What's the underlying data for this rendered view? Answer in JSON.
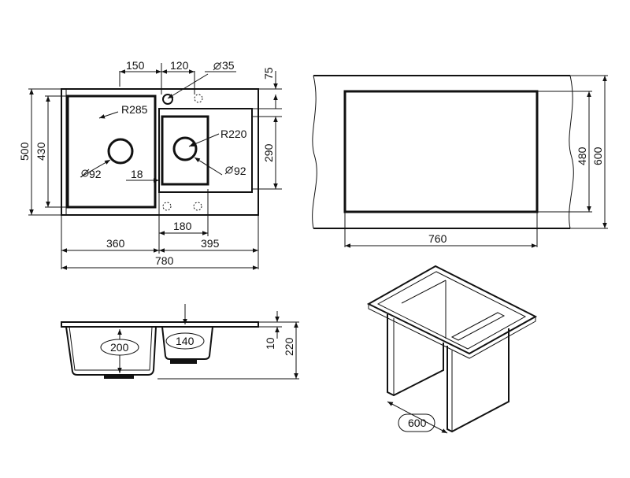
{
  "top_view": {
    "dims": {
      "d150": "150",
      "d120": "120",
      "d35": "35",
      "d75": "75",
      "r285": "R285",
      "r220": "R220",
      "d500": "500",
      "d430": "430",
      "d290": "290",
      "d92a": "92",
      "d92b": "92",
      "d18": "18",
      "d180": "180",
      "d360": "360",
      "d395": "395",
      "d780": "780"
    }
  },
  "cutout_view": {
    "dims": {
      "d760": "760",
      "d480": "480",
      "d600": "600"
    }
  },
  "section_view": {
    "dims": {
      "d200": "200",
      "d140": "140",
      "d10": "10",
      "d220": "220"
    }
  },
  "iso_view": {
    "dims": {
      "d600": "600"
    }
  }
}
